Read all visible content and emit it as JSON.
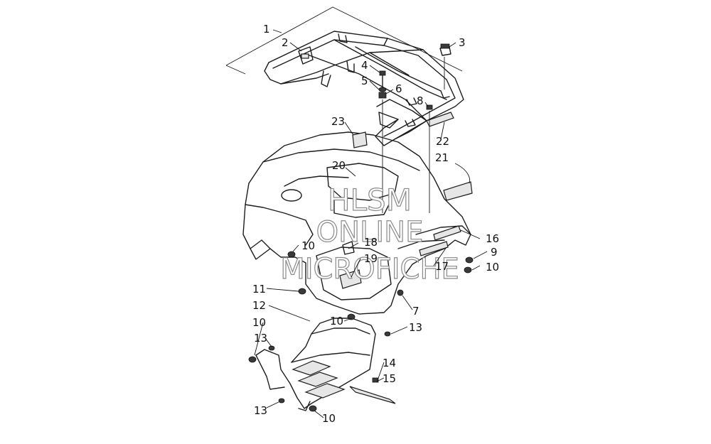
{
  "watermark": {
    "line1": "HLSM",
    "line2": "ONLINE",
    "line3": "MICROFICHE"
  },
  "callouts": [
    {
      "id": "c1",
      "text": "1"
    },
    {
      "id": "c2",
      "text": "2"
    },
    {
      "id": "c3",
      "text": "3"
    },
    {
      "id": "c4",
      "text": "4"
    },
    {
      "id": "c5",
      "text": "5"
    },
    {
      "id": "c6",
      "text": "6"
    },
    {
      "id": "c8",
      "text": "8"
    },
    {
      "id": "c23",
      "text": "23"
    },
    {
      "id": "c22",
      "text": "22"
    },
    {
      "id": "c21",
      "text": "21"
    },
    {
      "id": "c20",
      "text": "20"
    },
    {
      "id": "c16",
      "text": "16"
    },
    {
      "id": "c9",
      "text": "9"
    },
    {
      "id": "c10a",
      "text": "10"
    },
    {
      "id": "c10b",
      "text": "10"
    },
    {
      "id": "c18",
      "text": "18"
    },
    {
      "id": "c19",
      "text": "19"
    },
    {
      "id": "c17",
      "text": "17"
    },
    {
      "id": "c11",
      "text": "11"
    },
    {
      "id": "c12",
      "text": "12"
    },
    {
      "id": "c7",
      "text": "7"
    },
    {
      "id": "c10c",
      "text": "10"
    },
    {
      "id": "c10d",
      "text": "10"
    },
    {
      "id": "c13a",
      "text": "13"
    },
    {
      "id": "c13b",
      "text": "13"
    },
    {
      "id": "c14",
      "text": "14"
    },
    {
      "id": "c15",
      "text": "15"
    },
    {
      "id": "c13c",
      "text": "13"
    },
    {
      "id": "c10e",
      "text": "10"
    }
  ]
}
